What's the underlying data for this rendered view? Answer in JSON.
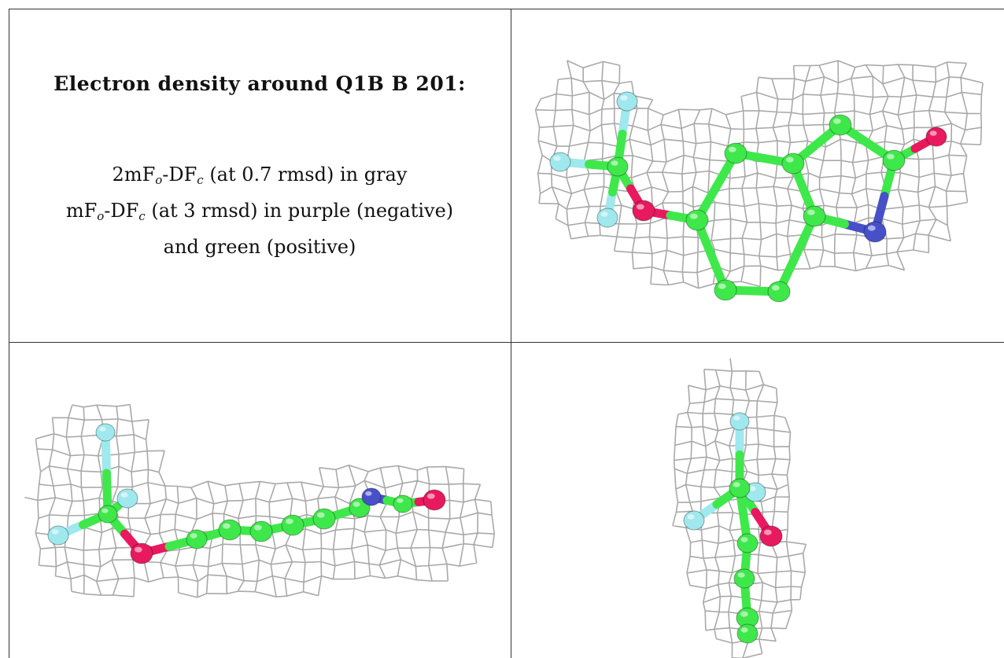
{
  "caption": {
    "title": "Electron density around Q1B B 201:",
    "line1": {
      "prefix": "2mF",
      "sub1": "o",
      "mid": "-DF",
      "sub2": "c",
      "suffix": " (at 0.7 rmsd) in gray"
    },
    "line2": {
      "prefix": "mF",
      "sub1": "o",
      "mid": "-DF",
      "sub2": "c",
      "suffix": " (at 3 rmsd) in purple (negative)"
    },
    "line3": "and green (positive)"
  },
  "colors": {
    "mesh": "#a9a9a9",
    "carbon": "#3ee84a",
    "oxygen": "#e8195f",
    "nitrogen": "#4850c8",
    "fluorine": "#9fe8ee",
    "border": "#333333"
  },
  "views": [
    {
      "name": "top-view",
      "label": ""
    },
    {
      "name": "side-view",
      "label": ""
    },
    {
      "name": "end-view",
      "label": ""
    }
  ]
}
